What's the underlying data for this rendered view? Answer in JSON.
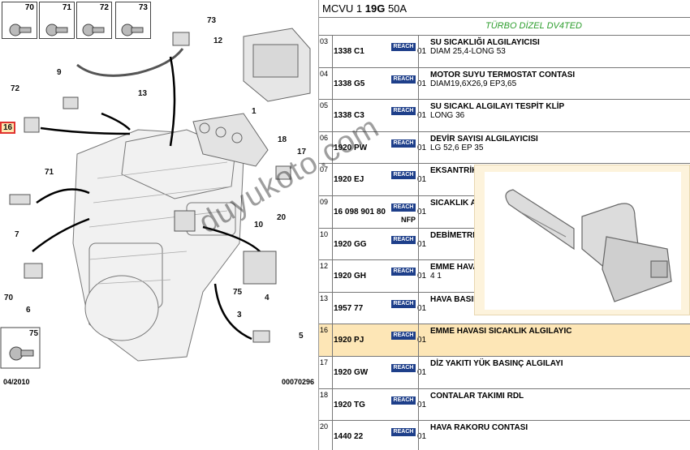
{
  "diagram": {
    "screw_boxes": [
      "70",
      "71",
      "72",
      "73"
    ],
    "callouts": {
      "c73": "73",
      "c12": "12",
      "c1": "1",
      "c9": "9",
      "c13": "13",
      "c72": "72",
      "c16": "16",
      "c18": "18",
      "c17": "17",
      "c71": "71",
      "c7": "7",
      "c10": "10",
      "c20": "20",
      "c70": "70",
      "c6": "6",
      "c75": "75",
      "c3": "3",
      "c4": "4",
      "c5": "5"
    },
    "inset_box": "75",
    "date": "04/2010",
    "ref": "00070296"
  },
  "table": {
    "title_prefix": "MCVU 1",
    "title_bold": "19G",
    "title_suffix": "50A",
    "subtitle": "TÜRBO DİZEL DV4TED",
    "reach_badge": "REACH",
    "rows": [
      {
        "idx": "03",
        "ref": "1338 C1",
        "qty": "01",
        "title": "SU SICAKLIĞI ALGILAYICISI",
        "spec": "DIAM 25,4-LONG 53"
      },
      {
        "idx": "04",
        "ref": "1338 G5",
        "qty": "01",
        "title": "MOTOR SUYU TERMOSTAT CONTASI",
        "spec": "DIAM19,6X26,9 EP3,65"
      },
      {
        "idx": "05",
        "ref": "1338 C3",
        "qty": "01",
        "title": "SU SICAKL ALGILAYI TESPİT KLİP",
        "spec": "LONG 36"
      },
      {
        "idx": "06",
        "ref": "1920 PW",
        "qty": "01",
        "title": "DEVİR SAYISI ALGILAYICISI",
        "spec": "LG 52,6 EP 35"
      },
      {
        "idx": "07",
        "ref": "1920 EJ",
        "qty": "01",
        "title": "EKSANTRİK",
        "spec": ""
      },
      {
        "idx": "09",
        "ref": "16 098 901 80",
        "qty": "01",
        "title": "SICAKLIK AL",
        "spec": "",
        "nfp": "NFP"
      },
      {
        "idx": "10",
        "ref": "1920 GG",
        "qty": "01",
        "title": "DEBİMETRE",
        "spec": ""
      },
      {
        "idx": "12",
        "ref": "1920 GH",
        "qty": "01",
        "title": "EMME HAVA",
        "spec": "4 1"
      },
      {
        "idx": "13",
        "ref": "1957 77",
        "qty": "01",
        "title": "HAVA BASIN",
        "spec": ""
      },
      {
        "idx": "16",
        "ref": "1920 PJ",
        "qty": "01",
        "title": "EMME HAVASI SICAKLIK ALGILAYIC",
        "spec": ""
      },
      {
        "idx": "17",
        "ref": "1920 GW",
        "qty": "01",
        "title": "DİZ YAKITI YÜK BASINÇ ALGILAYI",
        "spec": ""
      },
      {
        "idx": "18",
        "ref": "1920 TG",
        "qty": "01",
        "title": "CONTALAR TAKIMI RDL",
        "spec": ""
      },
      {
        "idx": "20",
        "ref": "1440 22",
        "qty": "01",
        "title": "HAVA RAKORU CONTASI",
        "spec": ""
      }
    ]
  },
  "watermark": "duyukoto.com",
  "colors": {
    "reach": "#1e3f8a",
    "selected_row": "#fde6b6",
    "subtitle": "#2e9e2e",
    "highlight_border": "#e0322f"
  }
}
